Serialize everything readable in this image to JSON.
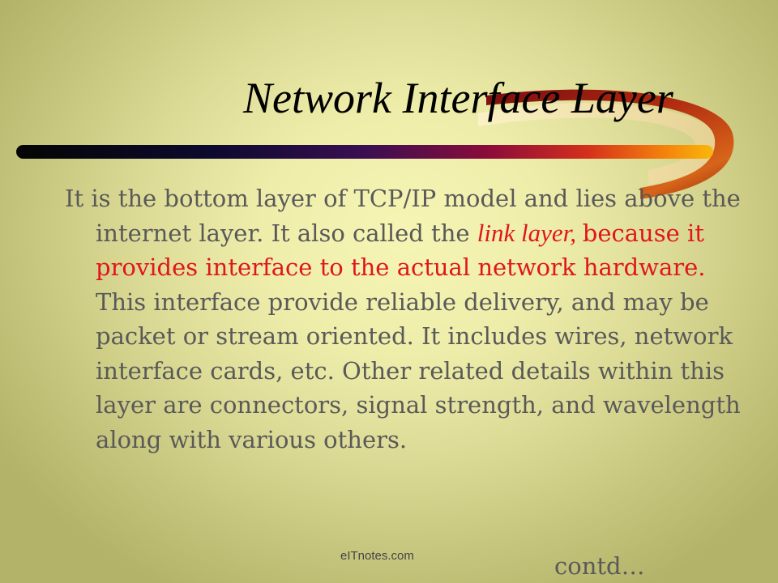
{
  "slide": {
    "title": "Network Interface Layer",
    "paragraph": {
      "part1": "It is the bottom layer of TCP/IP model and lies above the internet layer. It also called the ",
      "link_layer": "link layer",
      "comma": ", ",
      "highlight": "because it provides interface to the actual network hardware.",
      "part2": " This interface provide reliable delivery, and may be packet or stream oriented. It includes wires, network interface cards, etc. Other related details within this layer are  connectors, signal strength, and wavelength along with various others."
    },
    "watermark": "eITnotes.com",
    "contd": "contd…"
  },
  "colors": {
    "background_center": "#f6f5b4",
    "background_edge": "#b3b36a",
    "body_text": "#595959",
    "emphasis": "#e0161c",
    "title": "#000000"
  }
}
